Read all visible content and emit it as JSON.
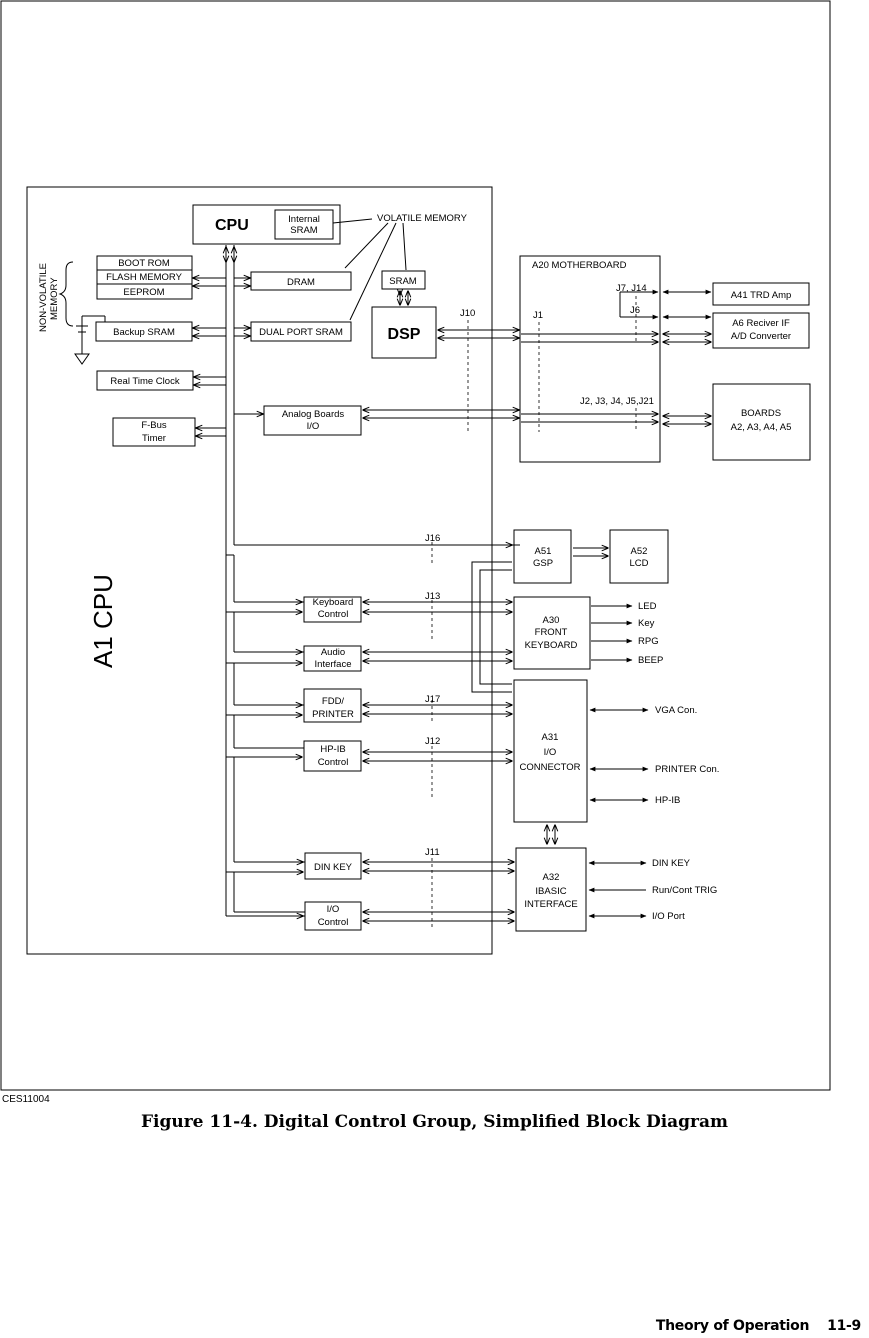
{
  "figure_code": "CES11004",
  "caption": "Figure 11-4. Digital Control Group, Simplified Block Diagram",
  "footer": {
    "section": "Theory of Operation",
    "page": "11-9"
  },
  "a1": {
    "title": "A1 CPU",
    "cpu": "CPU",
    "internal_sram": [
      "Internal",
      "SRAM"
    ],
    "volatile_memory": "VOLATILE MEMORY",
    "nonvolatile_memory": [
      "NON-VOLATILE",
      "MEMORY"
    ],
    "boot_rom": "BOOT ROM",
    "flash_memory": "FLASH MEMORY",
    "eeprom": "EEPROM",
    "dram": "DRAM",
    "sram": "SRAM",
    "backup_sram": "Backup SRAM",
    "dual_port_sram": "DUAL PORT SRAM",
    "dsp": "DSP",
    "real_time_clock": "Real Time Clock",
    "fbus_timer": [
      "F-Bus",
      "Timer"
    ],
    "analog_boards_io": [
      "Analog Boards",
      "I/O"
    ],
    "keyboard_control": [
      "Keyboard",
      "Control"
    ],
    "audio_interface": [
      "Audio",
      "Interface"
    ],
    "fdd_printer": [
      "FDD/",
      "PRINTER"
    ],
    "hpib_control": [
      "HP-IB",
      "Control"
    ],
    "din_key": "DIN KEY",
    "io_control": [
      "I/O",
      "Control"
    ]
  },
  "connectors": {
    "j10": "J10",
    "j1": "J1",
    "j7_j14": "J7, J14",
    "j6": "J6",
    "j2_j21": "J2, J3, J4, J5,J21",
    "j16": "J16",
    "j13": "J13",
    "j17": "J17",
    "j12": "J12",
    "j11": "J11"
  },
  "boards": {
    "motherboard": "A20 MOTHERBOARD",
    "a41": "A41 TRD Amp",
    "a6": [
      "A6 Reciver IF",
      "A/D Converter"
    ],
    "analog_boards": [
      "BOARDS",
      "A2, A3, A4, A5"
    ],
    "a51": [
      "A51",
      "GSP"
    ],
    "a52": [
      "A52",
      "LCD"
    ],
    "a30": [
      "A30",
      "FRONT",
      "KEYBOARD"
    ],
    "a31": [
      "A31",
      "I/O",
      "CONNECTOR"
    ],
    "a32": [
      "A32",
      "IBASIC",
      "INTERFACE"
    ]
  },
  "signals": {
    "led": "LED",
    "key": "Key",
    "rpg": "RPG",
    "beep": "BEEP",
    "vga": "VGA Con.",
    "printer": "PRINTER Con.",
    "hpib": "HP-IB",
    "din_key": "DIN KEY",
    "run_cont": "Run/Cont TRIG",
    "io_port": "I/O Port"
  }
}
